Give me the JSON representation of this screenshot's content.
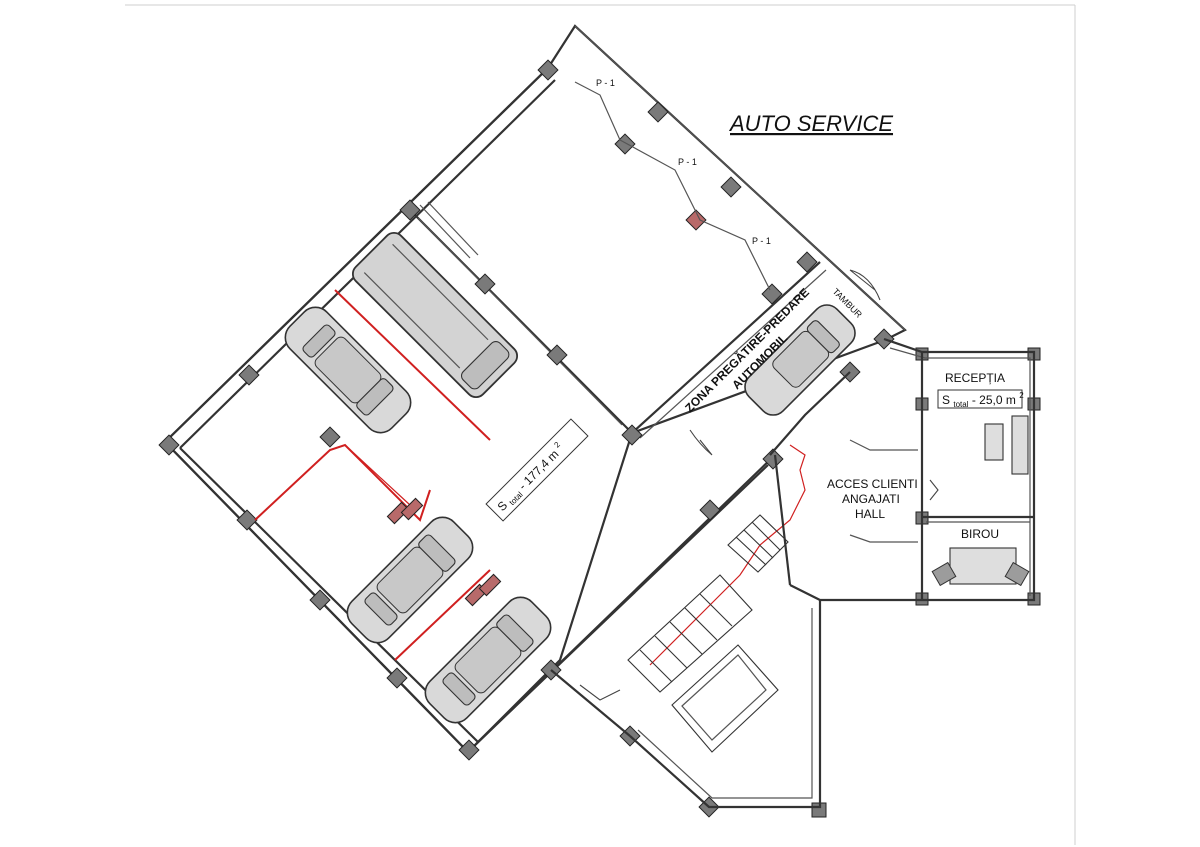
{
  "title": "AUTO SERVICE",
  "rooms": {
    "receptie": "RECEPȚIA",
    "birou": "BIROU",
    "tambur": "TAMBUR",
    "zona_line1": "ZONA PREGĂTIRE-PREDARE",
    "zona_line2": "AUTOMOBIL",
    "hall_line1": "ACCES CLIENTI",
    "hall_line2": "ANGAJATI",
    "hall_line3": "HALL"
  },
  "areas": {
    "garage": {
      "prefix": "S",
      "sub": "total",
      "value": "- 177,4 m",
      "sup": "2"
    },
    "reception": {
      "prefix": "S",
      "sub": "total",
      "value": "- 25,0 m",
      "sup": "2"
    }
  },
  "markers": [
    "P - 1",
    "P - 1",
    "P - 1"
  ],
  "colors": {
    "wall": "#333333",
    "accent": "#d02020",
    "column": "#7a7a7a"
  }
}
